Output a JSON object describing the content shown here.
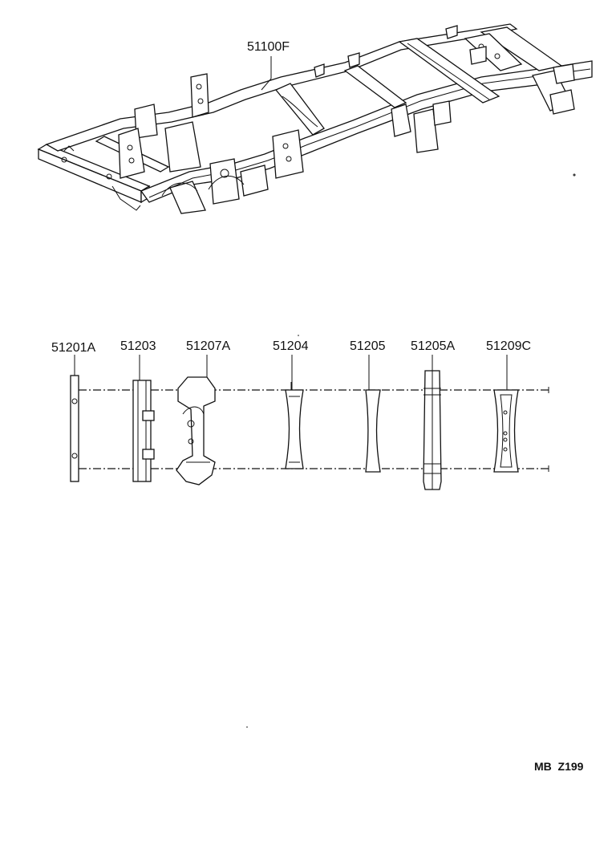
{
  "frame": {
    "part_number": "51100F"
  },
  "crossmembers": [
    {
      "part_number": "51201A"
    },
    {
      "part_number": "51203"
    },
    {
      "part_number": "51207A"
    },
    {
      "part_number": "51204"
    },
    {
      "part_number": "51205"
    },
    {
      "part_number": "51205A"
    },
    {
      "part_number": "51209C"
    }
  ],
  "footer": {
    "catalog_code": "MB  Z199"
  }
}
